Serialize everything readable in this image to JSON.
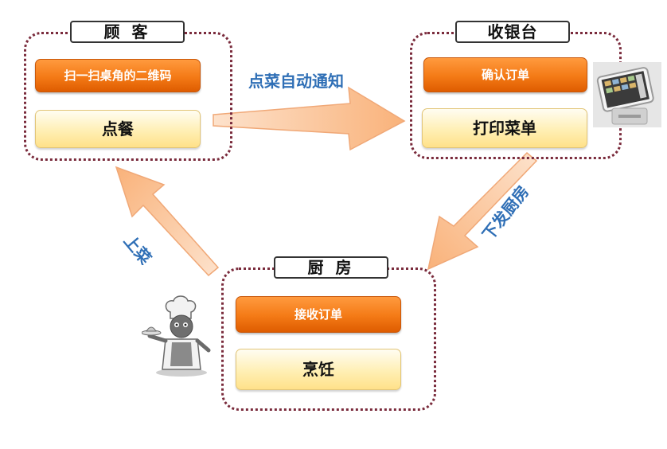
{
  "customer": {
    "title": "顾 客",
    "scan_label": "扫一扫桌角的二维码",
    "order_label": "点餐"
  },
  "cashier": {
    "title": "收银台",
    "confirm_label": "确认订单",
    "print_label": "打印菜单"
  },
  "kitchen": {
    "title": "厨 房",
    "receive_label": "接收订单",
    "cook_label": "烹饪"
  },
  "flows": {
    "notify": "点菜自动通知",
    "dispatch": "下发厨房",
    "serve": "上菜"
  },
  "icons": {
    "terminal": "pos-terminal-icon",
    "chef": "chef-icon"
  },
  "colors": {
    "orange": "#f47a16",
    "cream": "#ffefb4",
    "arrow": "#fbc49a",
    "label_blue": "#2f6fb6",
    "border": "#7a2b3c"
  }
}
